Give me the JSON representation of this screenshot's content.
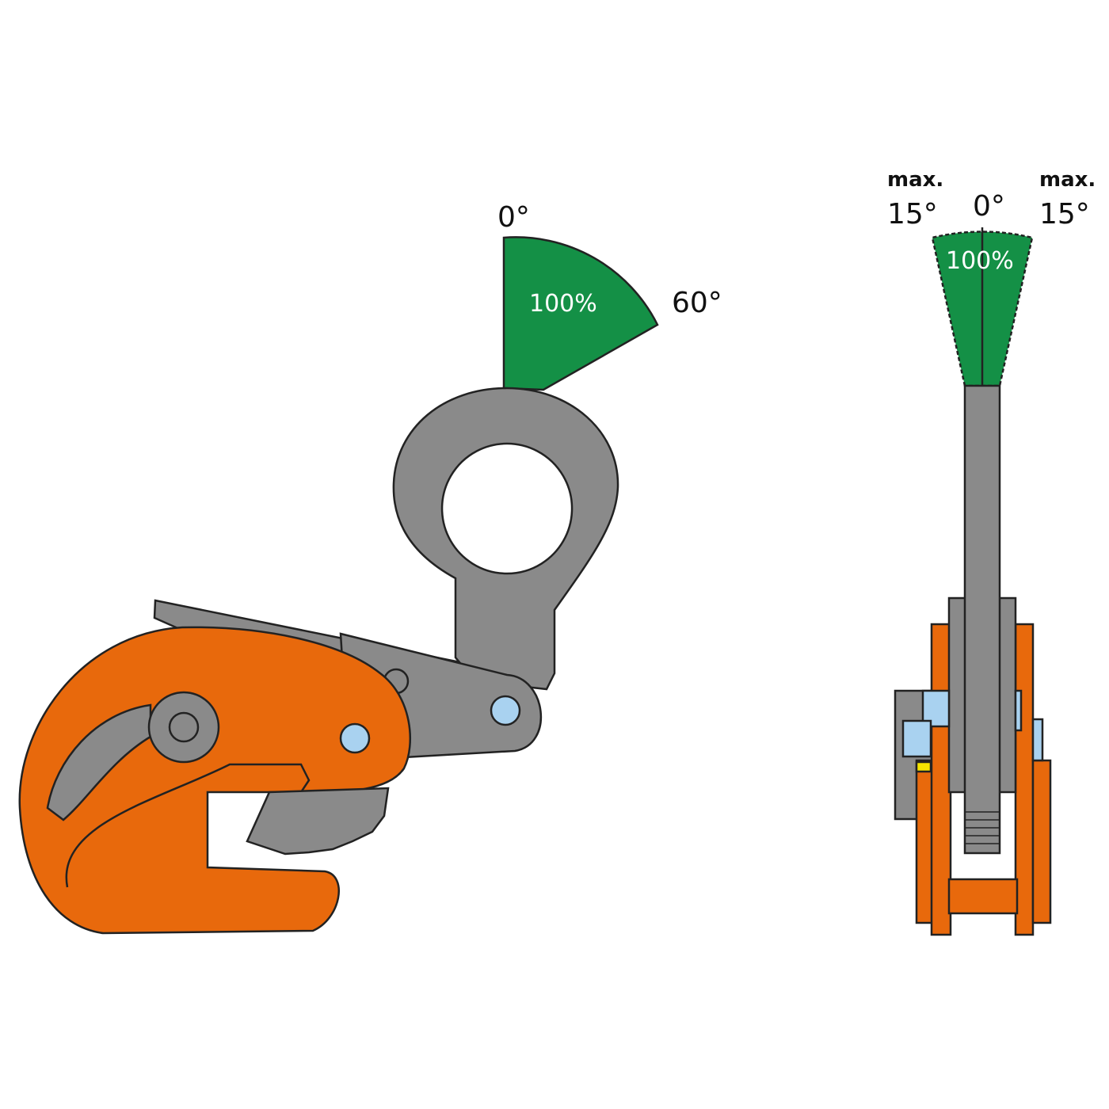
{
  "side_view": {
    "angle_start": "0°",
    "angle_end": "60°",
    "capacity": "100%"
  },
  "front_view": {
    "left_max": "max.",
    "left_angle": "15°",
    "center_angle": "0°",
    "right_max": "max.",
    "right_angle": "15°",
    "capacity": "100%"
  },
  "colors": {
    "orange": "#e8690c",
    "green": "#149046",
    "gray": "#8a8a8a",
    "pin": "#a9d2f0",
    "yellow": "#f5e400"
  }
}
